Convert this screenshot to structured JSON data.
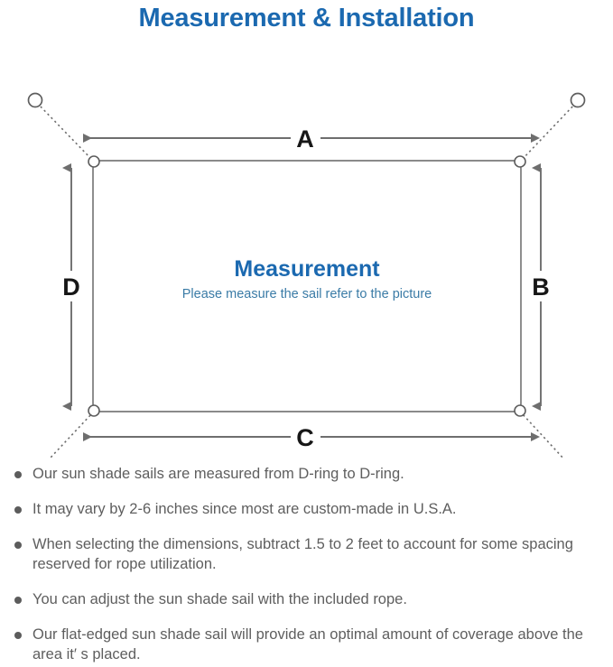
{
  "header": {
    "title": "Measurement & Installation"
  },
  "diagram": {
    "sail": {
      "title": "Measurement",
      "subtitle": "Please measure the sail refer to the picture"
    },
    "dimension_labels": {
      "top": "A",
      "right": "B",
      "bottom": "C",
      "left": "D"
    },
    "icons": {
      "anchor_point": "anchor-circle-icon",
      "d_ring": "d-ring-icon",
      "rope": "dotted-rope-line",
      "arrow": "dimension-arrow-icon"
    },
    "colors": {
      "title_blue": "#1b69b0",
      "subtitle_blue": "#3a7ba6",
      "line_gray": "#6e6e6e",
      "sail_border": "#7a7a7a",
      "label_black": "#171717"
    }
  },
  "notes": {
    "items": [
      "Our sun shade sails are measured from D-ring to D-ring.",
      "It may vary by 2-6 inches since most are custom-made in U.S.A.",
      "When selecting the dimensions, subtract 1.5 to 2 feet to account for some spacing reserved for rope utilization.",
      "You can adjust the sun shade sail with the included rope.",
      "Our flat-edged sun shade sail will provide an optimal amount of coverage above the area it′ s placed."
    ]
  }
}
